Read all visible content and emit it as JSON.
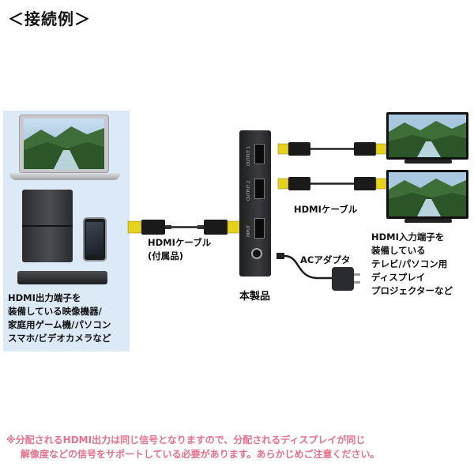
{
  "heading": "＜接続例＞",
  "source": {
    "caption_lines": [
      "HDMI出力端子を",
      "装備している映像機器/",
      "家庭用ゲーム機/パソコン",
      "スマホ/ビデオカメラなど"
    ]
  },
  "input_cable": {
    "label_lines": [
      "HDMIケーブル",
      "(付属品)"
    ]
  },
  "unit": {
    "label": "本製品",
    "port_labels": [
      "OUTPUT 1",
      "OUTPUT 2",
      "INPUT"
    ]
  },
  "output_cable": {
    "label": "HDMIケーブル"
  },
  "adapter": {
    "label": "ACアダプタ"
  },
  "display": {
    "caption_lines": [
      "HDMI入力端子を",
      "装備している",
      "テレビ/パソコン用",
      "ディスプレイ",
      "プロジェクターなど"
    ]
  },
  "footnote": {
    "lines": [
      "※分配されるHDMI出力は同じ信号となりますので、分配されるディスプレイが同じ",
      "解像度などの信号をサポートしている必要があります。あらかじめご注意ください。"
    ]
  },
  "colors": {
    "panel": "#dbeaf6",
    "cable_gold": "#e7d21a",
    "footnote": "#e96f8a"
  }
}
